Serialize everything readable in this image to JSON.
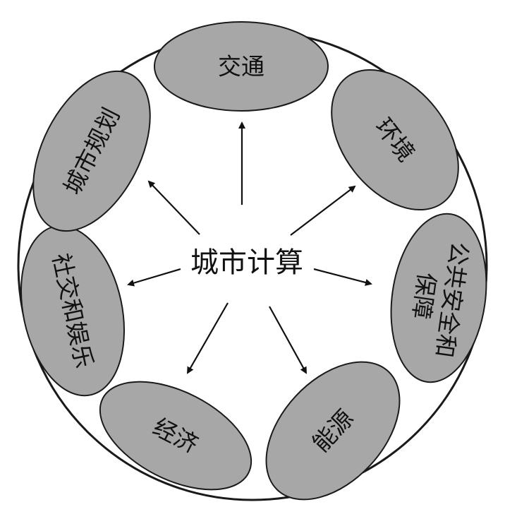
{
  "center": {
    "label": "城市计算"
  },
  "nodes": [
    {
      "id": "transport",
      "label": "交通"
    },
    {
      "id": "environment",
      "label": "环境"
    },
    {
      "id": "public-safety",
      "line1": "公共安全和",
      "line2": "保障"
    },
    {
      "id": "energy",
      "label": "能源"
    },
    {
      "id": "economy",
      "label": "经济"
    },
    {
      "id": "social",
      "label": "社交和娱乐"
    },
    {
      "id": "planning",
      "label": "城市规划"
    }
  ],
  "colors": {
    "node_fill": "#a7a7a7",
    "stroke": "#1a1a1a",
    "background": "#ffffff"
  }
}
